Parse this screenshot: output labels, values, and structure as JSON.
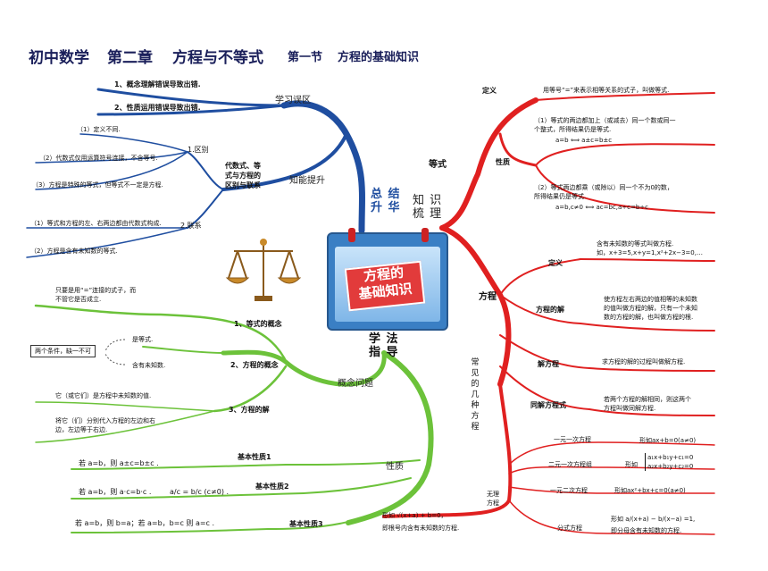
{
  "title": {
    "part1": "初中数学",
    "part2": "第二章",
    "part3": "方程与不等式",
    "part4": "第一节",
    "part5": "方程的基础知识"
  },
  "center": {
    "line1": "方程的",
    "line2": "基础知识"
  },
  "hubs": {
    "summary": [
      "总 结",
      "升 华"
    ],
    "review": [
      "知 识",
      "梳 理"
    ],
    "method": [
      "学 法",
      "指 导"
    ]
  },
  "left_top": {
    "mistakes": "学习误区",
    "mistake1": "1、概念理解错误导致出错.",
    "mistake2": "2、性质运用错误导致出错.",
    "improve": "知能提升",
    "diff_title": [
      "代数式、等",
      "式与方程的",
      "区别与联系"
    ],
    "diff_label": "1.区别",
    "diff1": "（1）定义不同.",
    "diff2": "（2）代数式仅用运算符号连接，不含等号.",
    "diff3": "（3）方程是特殊的等式，但等式不一定是方程.",
    "link_label": "2.联系",
    "link1": "（1）等式和方程的左、右两边都由代数式构成.",
    "link2": "（2）方程是含有未知数的等式."
  },
  "left_bottom": {
    "concept_problem": "概念问题",
    "eq_concept": "1、等式的概念",
    "eq_concept_desc": [
      "只要是用“=”连接的式子，而",
      "不管它是否成立."
    ],
    "fe_concept": "2、方程的概念",
    "cond_a": "是等式.",
    "cond_b": "含有未知数.",
    "cond_box": "两个条件，缺一不可",
    "solution": "3、方程的解",
    "solution_desc1": "它（或它们）是方程中未知数的值.",
    "solution_desc2": [
      "将它（们）分别代入方程的左边和右",
      "边，左边等于右边."
    ],
    "property": "性质",
    "prop1": "基本性质1",
    "prop1_f": "若 a=b，则 a±c=b±c .",
    "prop2": "基本性质2",
    "prop2_f": "若 a=b，则 a·c=b·c .",
    "prop2_f2": "a/c = b/c (c≠0) .",
    "prop3": "基本性质3",
    "prop3_f": "若 a=b，则 b=a；若 a=b，b=c 则 a=c ."
  },
  "right_top": {
    "equality": "等式",
    "def": "定义",
    "def_desc": "用等号“=”来表示相等关系的式子，叫做等式.",
    "nature": "性质",
    "n1": [
      "（1）等式的两边都加上（或减去）同一个数或同一",
      "个整式，所得结果仍是等式."
    ],
    "n1_f": "a=b ⟺ a±c=b±c",
    "n2": [
      "（2）等式两边都乘（或除以）同一个不为0的数，",
      "所得结果仍是等式."
    ],
    "n2_f": "a=b,c≠0 ⟺ ac=bc,a÷c=b÷c"
  },
  "right_bottom": {
    "equation": "方程",
    "def": "定义",
    "def_desc": [
      "含有未知数的等式叫做方程.",
      "如，x+3=5,x+y=1,x²+2x−3=0,…"
    ],
    "sol": "方程的解",
    "sol_desc": [
      "使方程左右两边的值相等的未知数",
      "的值叫做方程的解，只有一个未知",
      "数的方程的解，也叫做方程的根."
    ],
    "solve": "解方程",
    "solve_desc": "求方程的解的过程叫做解方程.",
    "same": "同解方程式",
    "same_desc": [
      "若两个方程的解相同，则这两个",
      "方程叫做同解方程."
    ],
    "kinds": "常见的几种方程",
    "k1": "一元一次方程",
    "k1_f": "形如ax+b=0(a≠0)",
    "k2": "二元一次方程组",
    "k2_pre": "形如",
    "k2_f1": "a₁x+b₁y+c₁=0",
    "k2_f2": "a₂x+b₂y+c₂=0",
    "k3": "一元二次方程",
    "k3_f": "形如ax²+bx+c=0(a≠0)",
    "k4": "分式方程",
    "k4_f": "形如 a/(x+a) − b/(x−a) =1,",
    "k4_desc": "即分母含有未知数的方程.",
    "k5": [
      "无理",
      "方程"
    ],
    "k5_f": "形如 √(x+a) + b=0，",
    "k5_desc": "即根号内含有未知数的方程."
  },
  "colors": {
    "blue": "#1f4ea0",
    "red": "#e02020",
    "green": "#6cc23a",
    "title": "#1a1f5a"
  },
  "icons": [
    "balance-scale-icon",
    "calendar-board-icon"
  ]
}
